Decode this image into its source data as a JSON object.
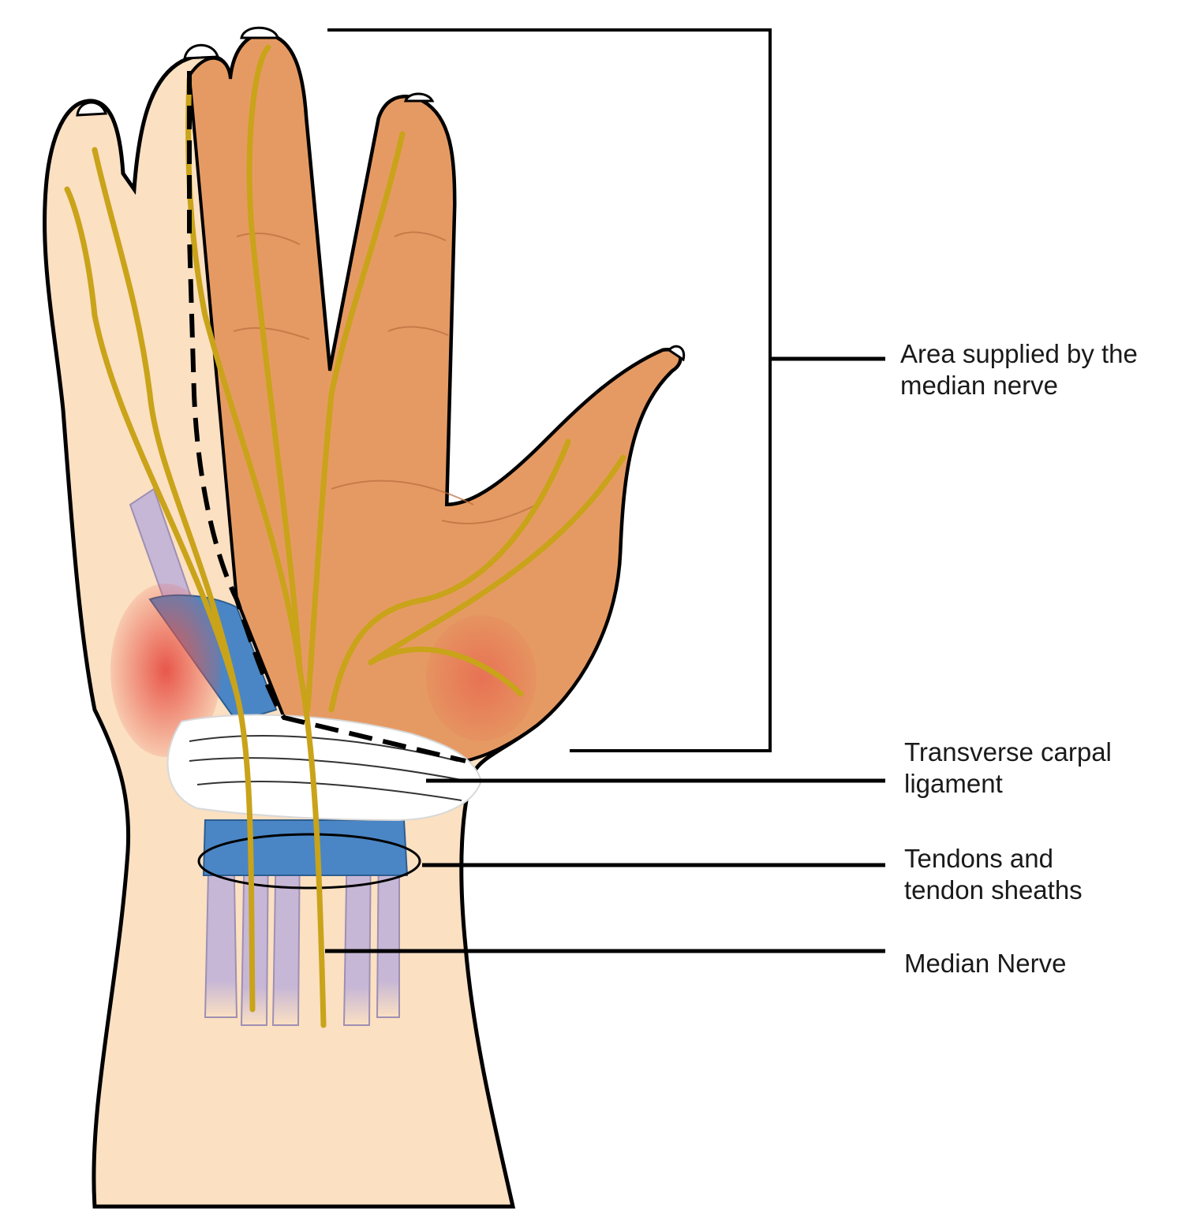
{
  "labels": {
    "area_line1": "Area supplied by the",
    "area_line2": "median nerve",
    "tcl_line1": "Transverse carpal",
    "tcl_line2": "ligament",
    "tendons_line1": "Tendons and",
    "tendons_line2": "tendon sheaths",
    "nerve": "Median Nerve"
  },
  "colors": {
    "skin": "#fbe0c2",
    "median_area": "#e69a63",
    "nerve": "#c9a319",
    "tendon": "#c7b7d6",
    "sheath": "#4a86c5",
    "muscle": "#e8574a",
    "ligament": "#ffffff",
    "outline": "#000000"
  }
}
